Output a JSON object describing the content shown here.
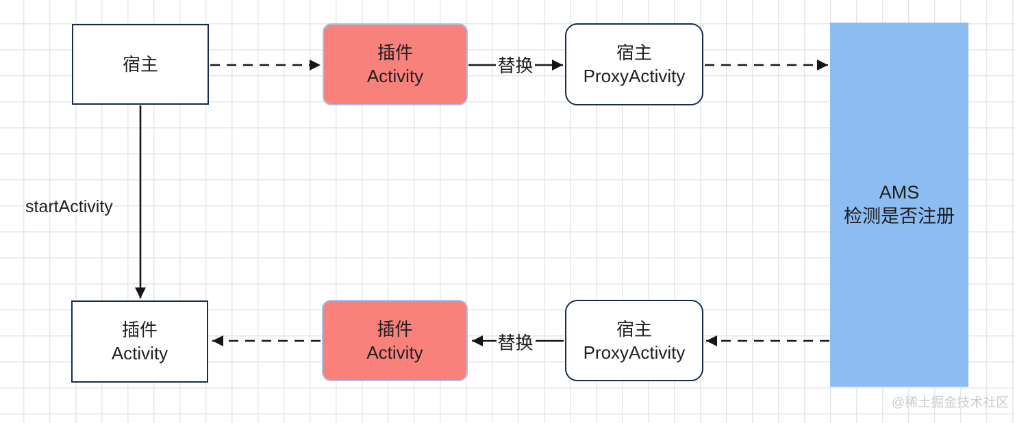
{
  "diagram": {
    "nodes": {
      "host_top": {
        "line1": "宿主"
      },
      "plugin_activity_top": {
        "line1": "插件",
        "line2": "Activity"
      },
      "host_proxy_top": {
        "line1": "宿主",
        "line2": "ProxyActivity"
      },
      "ams": {
        "line1": "AMS",
        "line2": "检测是否注册"
      },
      "plugin_activity_bottom_left": {
        "line1": "插件",
        "line2": "Activity"
      },
      "plugin_activity_bottom_mid": {
        "line1": "插件",
        "line2": "Activity"
      },
      "host_proxy_bottom": {
        "line1": "宿主",
        "line2": "ProxyActivity"
      }
    },
    "edge_labels": {
      "start_activity": "startActivity",
      "replace_top": "替换",
      "replace_bottom": "替换"
    },
    "watermark": "@稀土掘金技术社区",
    "colors": {
      "background": "#ffffff",
      "grid_line": "#e7e7e7",
      "node_border": "#172b4d",
      "node_fill": "#ffffff",
      "plugin_node_fill": "#f9817c",
      "plugin_node_border": "#a8c3e9",
      "ams_fill": "#8cbcf2",
      "arrow": "#161616",
      "text": "#1f1f1f",
      "watermark": "#cbcbcb"
    }
  }
}
